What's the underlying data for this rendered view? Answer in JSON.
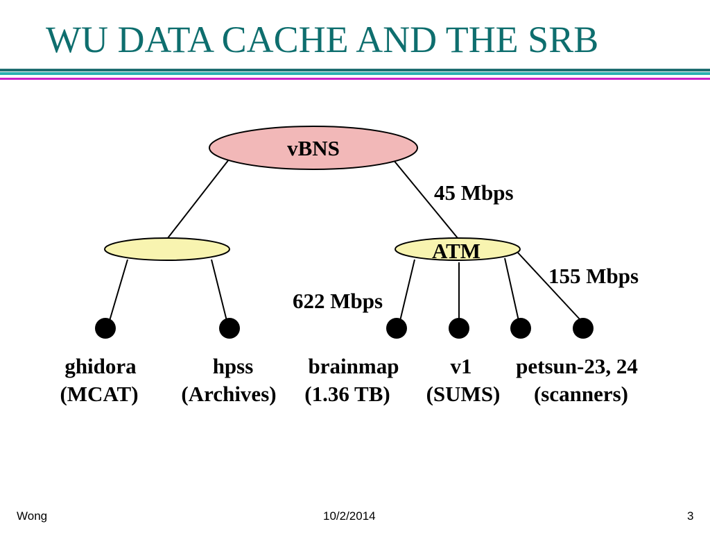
{
  "slide": {
    "title": "WU DATA CACHE AND THE SRB"
  },
  "diagram": {
    "top_node": "vBNS",
    "hub_node": "ATM",
    "links": {
      "upper": "45 Mbps",
      "atm_right": "155 Mbps",
      "atm_left": "622 Mbps"
    },
    "hosts": [
      {
        "name": "ghidora",
        "role": "(MCAT)"
      },
      {
        "name": "hpss",
        "role": "(Archives)"
      },
      {
        "name": "brainmap",
        "role": "(1.36 TB)"
      },
      {
        "name": "v1",
        "role": "(SUMS)"
      },
      {
        "name": "petsun-23, 24",
        "role": "(scanners)"
      }
    ]
  },
  "footer": {
    "author": "Wong",
    "date": "10/2/2014",
    "page": "3"
  },
  "colors": {
    "title": "#0e6e6e",
    "vbns_fill": "#f2b8b8",
    "lan_fill": "#f8f4b0",
    "rule_dark": "#1f6d70",
    "rule_teal": "#2ab0b0",
    "rule_magenta": "#c81fc8"
  }
}
